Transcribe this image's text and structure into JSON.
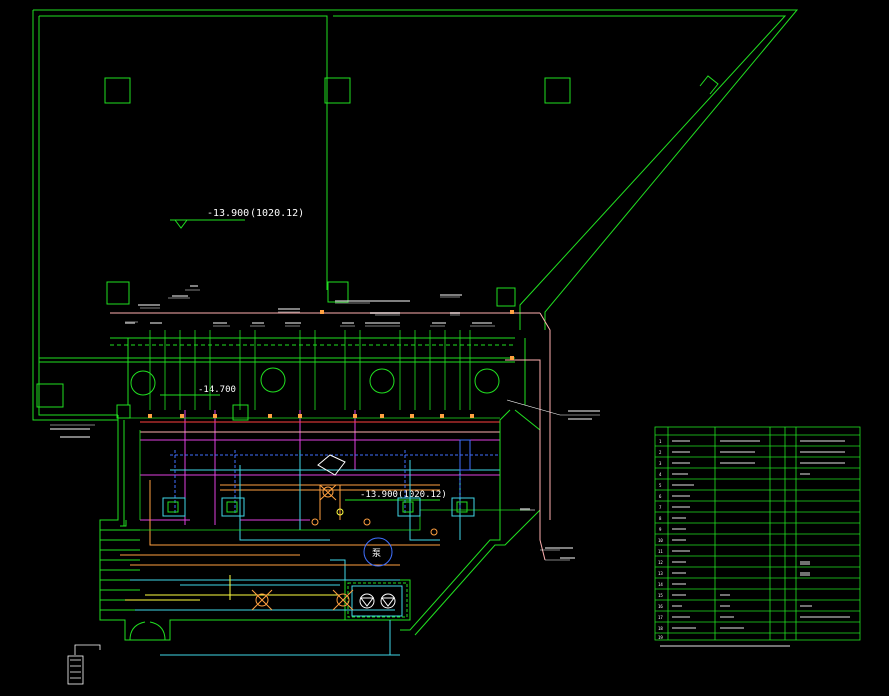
{
  "viewport": {
    "background": "#000000"
  },
  "colors": {
    "wall": "#21e021",
    "pipe_magenta": "#e040e0",
    "pipe_cyan": "#40d8e8",
    "pipe_blue": "#4070ff",
    "pipe_orange": "#ffa040",
    "pipe_yellow": "#ffff40",
    "pipe_red": "#ff4040",
    "pipe_pink": "#ffb0b0",
    "text": "#ffffff"
  },
  "annotations": {
    "elevation_upper": "-13.900",
    "elevation_upper_abs": "(1020.12)",
    "elevation_middle": "-14.700",
    "elevation_lower": "-13.900",
    "elevation_lower_abs": "(1020.12)",
    "pump_label": "泵"
  },
  "legend": {
    "rows": [
      {
        "no": "1"
      },
      {
        "no": "2"
      },
      {
        "no": "3"
      },
      {
        "no": "4"
      },
      {
        "no": "5"
      },
      {
        "no": "6"
      },
      {
        "no": "7"
      },
      {
        "no": "8"
      },
      {
        "no": "9"
      },
      {
        "no": "10"
      },
      {
        "no": "11"
      },
      {
        "no": "12"
      },
      {
        "no": "13"
      },
      {
        "no": "14"
      },
      {
        "no": "15"
      },
      {
        "no": "16"
      },
      {
        "no": "17"
      },
      {
        "no": "18"
      },
      {
        "no": "19"
      }
    ]
  }
}
